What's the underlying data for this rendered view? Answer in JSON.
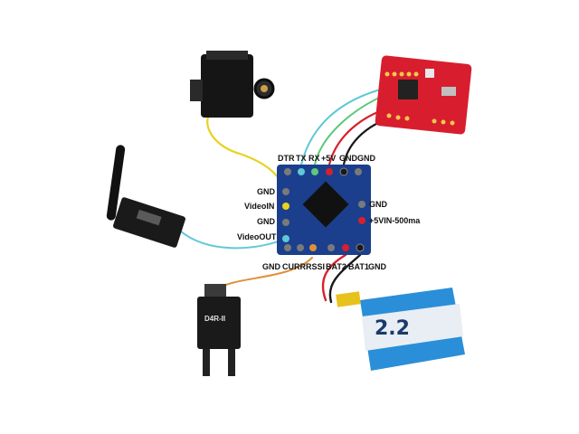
{
  "osd_board": {
    "top_pins": [
      "DTR",
      "TX",
      "RX",
      "+5V",
      "GND",
      "GND"
    ],
    "left_pins": [
      "GND",
      "VideoIN",
      "GND",
      "VideoOUT"
    ],
    "right_pins": [
      "GND",
      "+5VIN-500ma"
    ],
    "bottom_pins": [
      "GND",
      "CURR",
      "RSSI",
      "BAT2",
      "BAT1",
      "GND"
    ]
  },
  "receiver": {
    "label": "D4R-II"
  },
  "battery": {
    "label": "2.2"
  },
  "colors": {
    "wire_yellow": "#e8d21f",
    "wire_cyan": "#5fc8d8",
    "wire_green": "#5cc87a",
    "wire_red": "#d8202a",
    "wire_black": "#1a1a1a",
    "wire_orange": "#e0903a",
    "board_blue": "#1b3f8c",
    "fc_red": "#d81e2e",
    "battery_blue": "#2a8fd8"
  }
}
